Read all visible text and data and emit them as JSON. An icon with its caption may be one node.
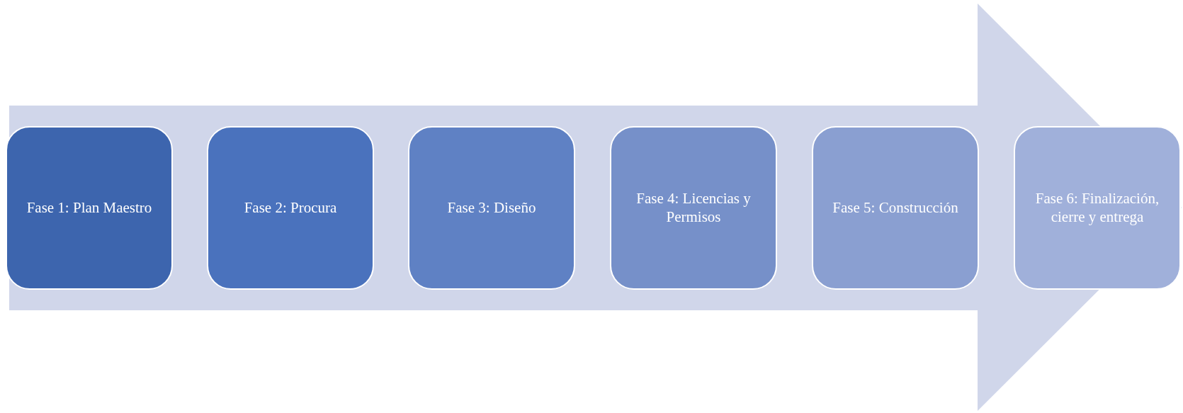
{
  "diagram": {
    "nodes": [
      {
        "text": [
          "Fase 1: Plan Maestro"
        ]
      },
      {
        "text": [
          "Fase 2: Procura"
        ]
      },
      {
        "text": [
          "Fase 3: Diseño"
        ]
      },
      {
        "text": [
          "Fase 4: Licencias y Permisos"
        ]
      },
      {
        "text": [
          "Fase 5: Construcción"
        ]
      },
      {
        "text": [
          "Fase 6: Finalización, cierre y entrega"
        ]
      }
    ]
  }
}
